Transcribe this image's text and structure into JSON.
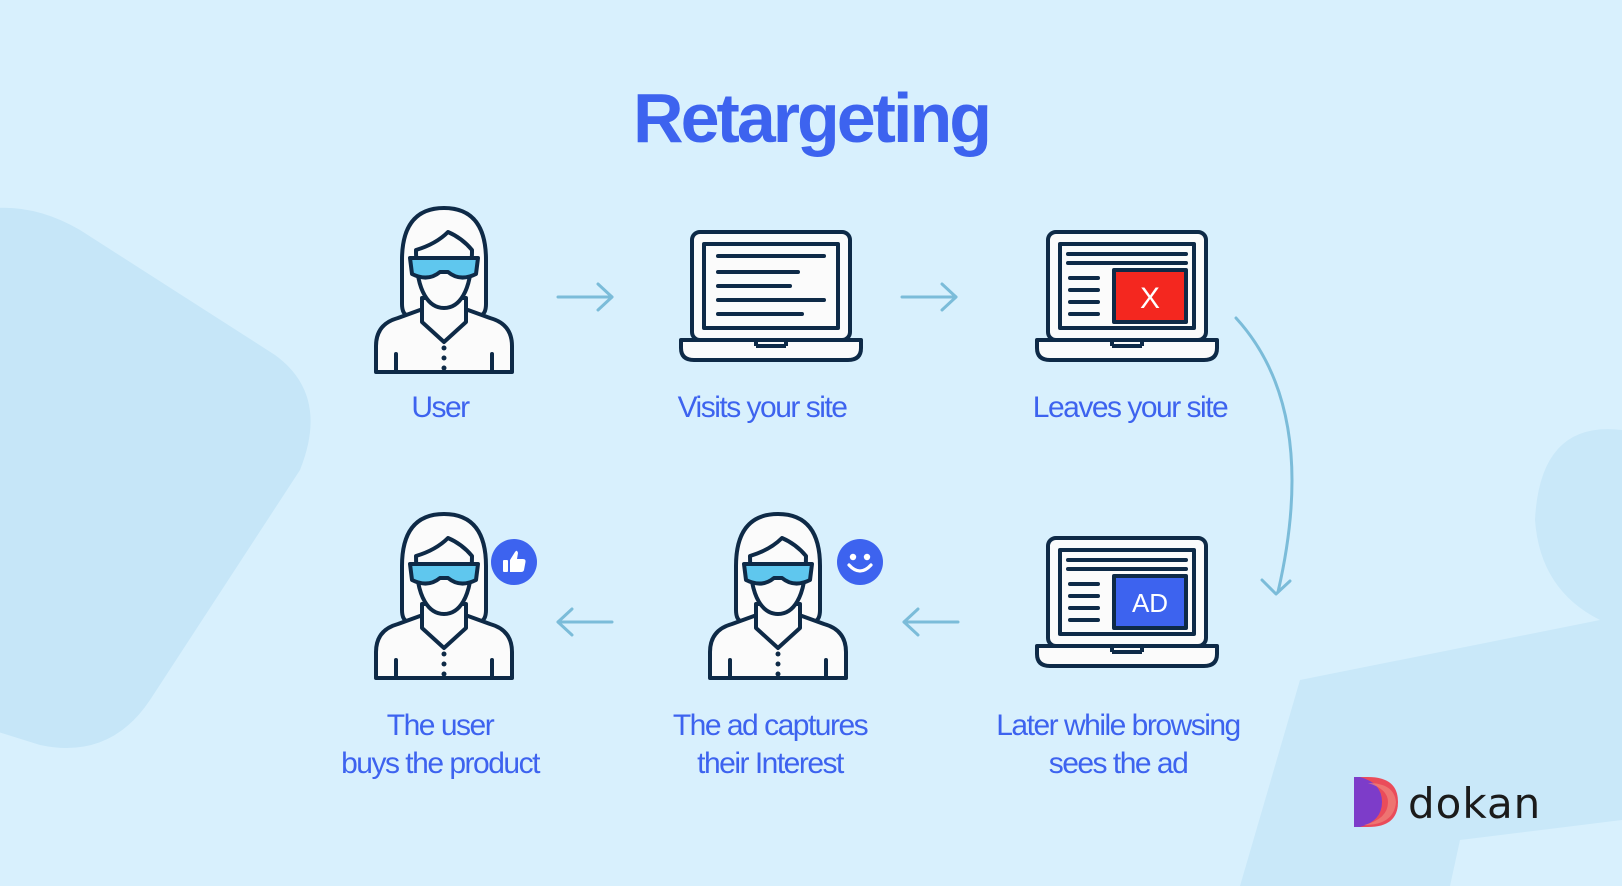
{
  "title": "Retargeting",
  "steps": [
    {
      "label": "User"
    },
    {
      "label": "Visits your  site"
    },
    {
      "label": "Leaves your site"
    },
    {
      "label_lines": [
        "Later while browsing",
        "sees the ad"
      ]
    },
    {
      "label_lines": [
        "The ad captures",
        "their Interest"
      ]
    },
    {
      "label_lines": [
        "The user",
        "buys the product"
      ]
    }
  ],
  "screen_badges": {
    "leave": "X",
    "ad": "AD"
  },
  "reaction_icons": [
    "smiley-icon",
    "thumbs-up-icon"
  ],
  "brand": {
    "name": "dokan"
  },
  "colors": {
    "background": "#d8f0fd",
    "accent": "#3d63ef",
    "outline": "#0e2a47",
    "leave_red": "#f4271f",
    "glasses": "#5fc7ee",
    "arrow": "#7bbcd9",
    "brand_red": "#ea4c5a",
    "brand_purple": "#7d3cc9"
  }
}
